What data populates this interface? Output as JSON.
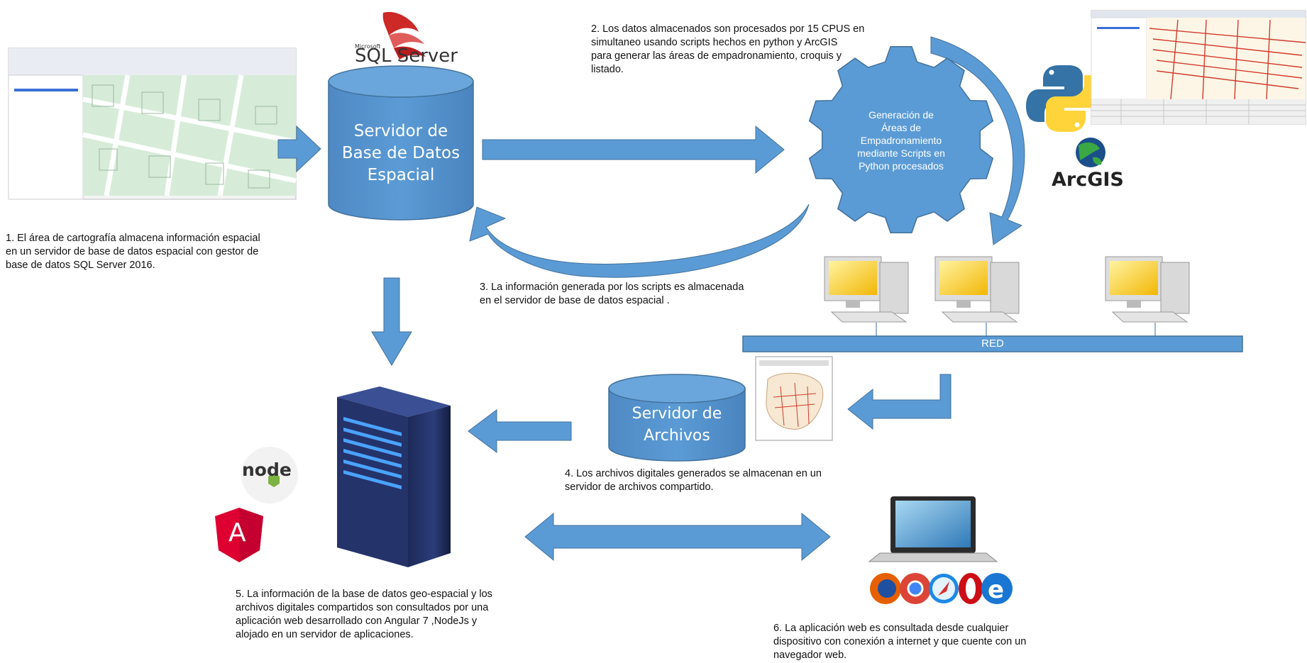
{
  "db_server": {
    "lines": [
      "Servidor de",
      "Base de Datos",
      "Espacial"
    ]
  },
  "file_server": {
    "lines": [
      "Servidor de",
      "Archivos"
    ]
  },
  "gear": {
    "lines": [
      "Generación de",
      "Áreas de",
      "Empadronamiento",
      "mediante Scripts en",
      "Python procesados"
    ]
  },
  "network": {
    "label": "RED"
  },
  "logos": {
    "sql_server_small": "Microsoft",
    "sql_server": "SQL Server",
    "arcgis": "ArcGIS",
    "node": "node",
    "angular": "A"
  },
  "steps": [
    {
      "lines": [
        "1. El área de cartografía almacena información espacial",
        "en un servidor de base de datos espacial con gestor de",
        "base de datos SQL Server 2016."
      ]
    },
    {
      "lines": [
        "2. Los datos almacenados son procesados por 15 CPUS en",
        "simultaneo usando scripts  hechos en python y ArcGIS",
        "para generar las áreas de empadronamiento, croquis y",
        "listado."
      ]
    },
    {
      "lines": [
        "3. La información generada por los scripts es almacenada",
        "en el servidor de base de datos espacial ."
      ]
    },
    {
      "lines": [
        "4. Los archivos digitales generados se almacenan en un",
        "servidor de archivos compartido."
      ]
    },
    {
      "lines": [
        "5. La información de la base de datos geo-espacial y los",
        "archivos digitales compartidos son consultados por una",
        "aplicación web desarrollado con Angular 7 ,NodeJs y",
        "alojado en un servidor de aplicaciones."
      ]
    },
    {
      "lines": [
        "6. La aplicación web es consultada desde cualquier",
        "dispositivo con conexión a internet y que cuente con un",
        "navegador web."
      ]
    }
  ],
  "colors": {
    "accent": "#5b9bd5",
    "accent_dark": "#41719c",
    "network_bar": "#5b9bd5"
  }
}
